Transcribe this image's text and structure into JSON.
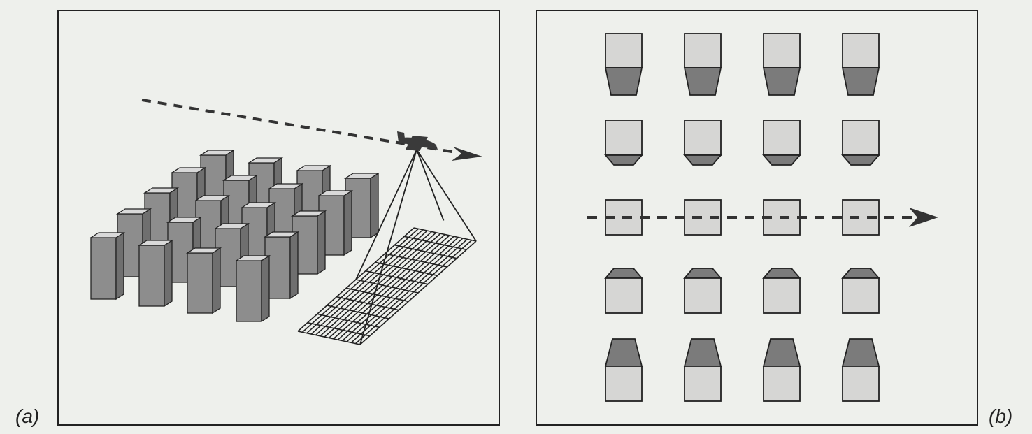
{
  "panels": {
    "a": {
      "label": "(a)"
    },
    "b": {
      "label": "(b)"
    }
  },
  "colors": {
    "background": "#eef0ec",
    "frame": "#222222",
    "building_front": "#8d8d8d",
    "building_side": "#6f6f6f",
    "building_top": "#d9d9d9",
    "building_light": "#d6d6d4",
    "building_dark": "#7b7b7b",
    "aircraft": "#3a3a3a",
    "grid": "#222222"
  },
  "icons": {
    "aircraft": "airplane-icon",
    "arrow": "arrowhead-icon"
  },
  "grid": {
    "rows": 12,
    "cols": 14
  },
  "panel_b": {
    "rows": 5,
    "cols": 4
  }
}
